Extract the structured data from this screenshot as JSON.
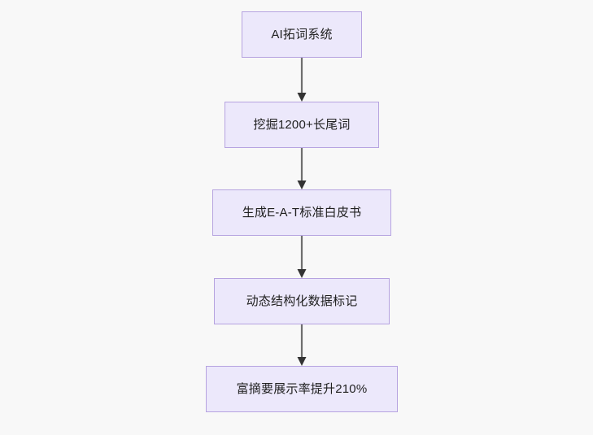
{
  "diagram": {
    "type": "flowchart",
    "orientation": "top-to-bottom",
    "background_color": "#f8f8f8",
    "node_fill_color": "#ece8fb",
    "node_border_color": "#b6a3e0",
    "node_text_color": "#1f1f1f",
    "edge_color": "#6f6f6f",
    "arrowhead_color": "#333333",
    "nodes": [
      {
        "id": "n1",
        "label": "AI拓词系统"
      },
      {
        "id": "n2",
        "label": "挖掘1200+长尾词"
      },
      {
        "id": "n3",
        "label": "生成E-A-T标准白皮书"
      },
      {
        "id": "n4",
        "label": "动态结构化数据标记"
      },
      {
        "id": "n5",
        "label": "富摘要展示率提升210%"
      }
    ],
    "edges": [
      {
        "from": "n1",
        "to": "n2",
        "label": ""
      },
      {
        "from": "n2",
        "to": "n3",
        "label": ""
      },
      {
        "from": "n3",
        "to": "n4",
        "label": ""
      },
      {
        "from": "n4",
        "to": "n5",
        "label": ""
      }
    ]
  }
}
